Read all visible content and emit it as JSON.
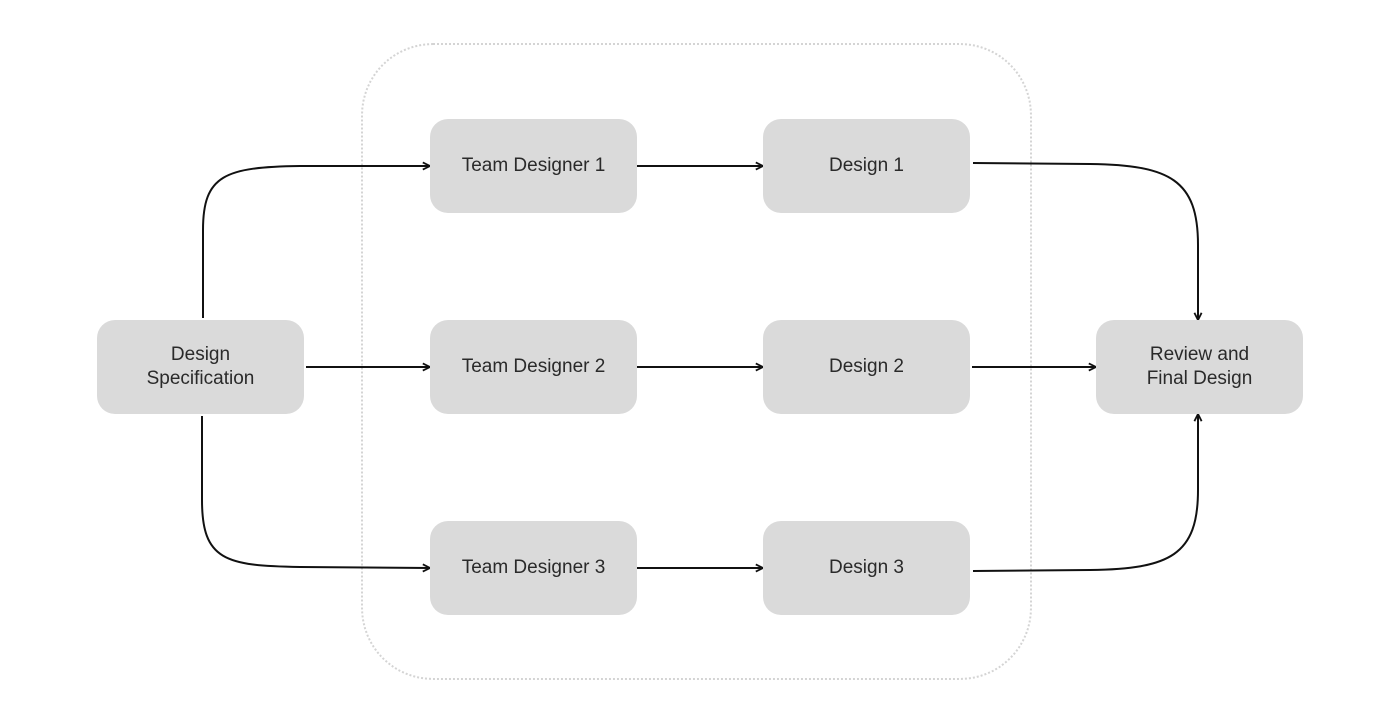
{
  "diagram": {
    "nodes": {
      "spec": "Design\nSpecification",
      "team_designer_1": "Team Designer 1",
      "team_designer_2": "Team Designer 2",
      "team_designer_3": "Team Designer 3",
      "design_1": "Design 1",
      "design_2": "Design 2",
      "design_3": "Design 3",
      "review": "Review and\nFinal Design"
    },
    "edges": [
      {
        "from": "spec",
        "to": "team_designer_1"
      },
      {
        "from": "spec",
        "to": "team_designer_2"
      },
      {
        "from": "spec",
        "to": "team_designer_3"
      },
      {
        "from": "team_designer_1",
        "to": "design_1"
      },
      {
        "from": "team_designer_2",
        "to": "design_2"
      },
      {
        "from": "team_designer_3",
        "to": "design_3"
      },
      {
        "from": "design_1",
        "to": "review"
      },
      {
        "from": "design_2",
        "to": "review"
      },
      {
        "from": "design_3",
        "to": "review"
      }
    ],
    "colors": {
      "node_fill": "#dadada",
      "edge": "#111111",
      "group_border": "#d4d4d4"
    }
  }
}
